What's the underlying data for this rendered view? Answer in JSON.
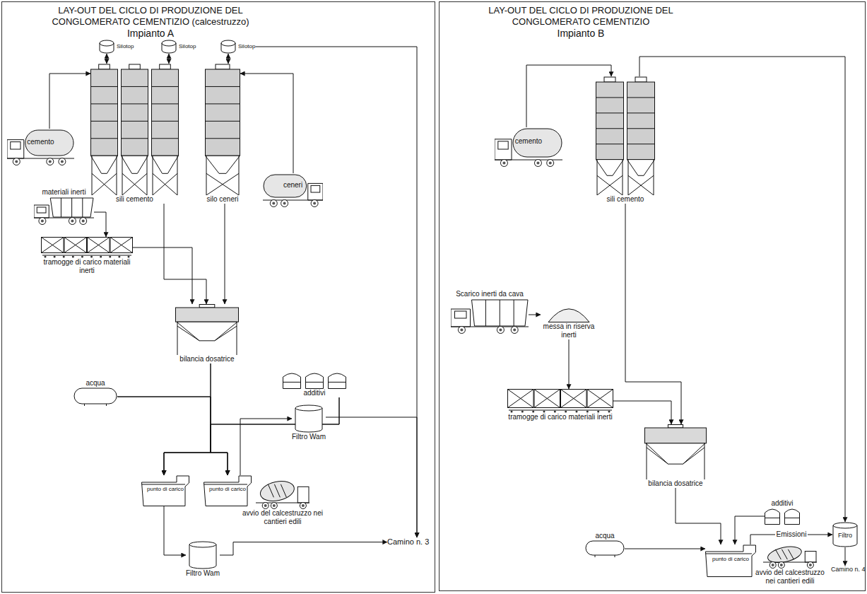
{
  "diagram": {
    "nodes": [
      {
        "text": [
          "LAY-OUT DEL CICLO DI PRODUZIONE DEL CONGLOMERATO CEMENTIZIO (calcestruzzo)",
          "Impianto A"
        ]
      },
      {
        "text": [
          "Silotop"
        ],
        "in": 0
      },
      {
        "text": [
          "Silotop"
        ],
        "in": 0
      },
      {
        "text": [
          "Silotop"
        ],
        "in": 0
      },
      {
        "text": [
          "cemento"
        ],
        "in": 0
      },
      {
        "text": [
          "sili cemento"
        ],
        "in": 0
      },
      {
        "text": [
          "silo ceneri"
        ],
        "in": 0
      },
      {
        "text": [
          "ceneri"
        ],
        "in": 0
      },
      {
        "text": [
          "materiali inerti"
        ],
        "in": 0
      },
      {
        "text": [
          "tramogge di carico materiali inerti"
        ],
        "in": 0
      },
      {
        "text": [
          "bilancia dosatrice"
        ],
        "in": 0
      },
      {
        "text": [
          "acqua"
        ],
        "in": 0
      },
      {
        "text": [
          "additivi"
        ],
        "in": 0
      },
      {
        "text": [
          "punto di carico"
        ],
        "in": 0
      },
      {
        "text": [
          "punto di carico"
        ],
        "in": 0
      },
      {
        "text": [
          "Filtro Wam"
        ],
        "in": 0
      },
      {
        "text": [
          "Filtro Wam"
        ],
        "in": 0
      },
      {
        "text": [
          "Camino n. 3"
        ],
        "in": 0
      },
      {
        "text": [
          "avvio del calcestruzzo nei cantieri edili"
        ],
        "in": 0
      },
      {
        "text": [
          "LAY-OUT DEL CICLO DI PRODUZIONE DEL CONGLOMERATO CEMENTIZIO",
          "Impianto B"
        ]
      },
      {
        "text": [
          "cemento"
        ],
        "in": 19
      },
      {
        "text": [
          "sili cemento"
        ],
        "in": 19
      },
      {
        "text": [
          "Scarico inerti da cava"
        ],
        "in": 19
      },
      {
        "text": [
          "messa in riserva inerti"
        ],
        "in": 19
      },
      {
        "text": [
          "tramogge di carico materiali inerti"
        ],
        "in": 19
      },
      {
        "text": [
          "bilancia dosatrice"
        ],
        "in": 19
      },
      {
        "text": [
          "additivi"
        ],
        "in": 19
      },
      {
        "text": [
          "acqua"
        ],
        "in": 19
      },
      {
        "text": [
          "punto di carico"
        ],
        "in": 19
      },
      {
        "text": [
          "Filtro"
        ],
        "in": 19
      },
      {
        "text": [
          "Camino n. 4"
        ],
        "in": 19
      },
      {
        "text": [
          "avvio del calcestruzzo nei cantieri edili"
        ],
        "in": 19
      }
    ],
    "edges": [
      {
        "from": 4,
        "to": 5,
        "arrow": "to"
      },
      {
        "from": 5,
        "to": 1,
        "arrow": "both"
      },
      {
        "from": 5,
        "to": 2,
        "arrow": "both"
      },
      {
        "from": 6,
        "to": 3,
        "arrow": "both"
      },
      {
        "from": 7,
        "to": 6,
        "arrow": "to"
      },
      {
        "from": 3,
        "to": 17,
        "arrow": "to"
      },
      {
        "from": 8,
        "to": 9,
        "arrow": "to"
      },
      {
        "from": 9,
        "to": 10,
        "arrow": "to"
      },
      {
        "from": 5,
        "to": 10,
        "arrow": "to"
      },
      {
        "from": 6,
        "to": 10,
        "arrow": "to"
      },
      {
        "from": 10,
        "to": 13,
        "arrow": "to"
      },
      {
        "from": 10,
        "to": 14,
        "arrow": "to"
      },
      {
        "from": 11,
        "to": 13,
        "arrow": "to"
      },
      {
        "from": 11,
        "to": 14,
        "arrow": "to"
      },
      {
        "from": 12,
        "to": 13,
        "arrow": "to"
      },
      {
        "from": 12,
        "to": 14,
        "arrow": "to"
      },
      {
        "from": 14,
        "to": 15,
        "arrow": "to"
      },
      {
        "from": 15,
        "to": 17,
        "arrow": "to"
      },
      {
        "from": 13,
        "to": 16,
        "arrow": "to"
      },
      {
        "from": 16,
        "to": 17,
        "arrow": "to"
      },
      {
        "from": 20,
        "to": 21,
        "arrow": "to"
      },
      {
        "from": 21,
        "to": 29,
        "arrow": "to"
      },
      {
        "from": 22,
        "to": 23,
        "arrow": "to"
      },
      {
        "from": 23,
        "to": 24,
        "arrow": "to"
      },
      {
        "from": 24,
        "to": 25,
        "arrow": "to"
      },
      {
        "from": 21,
        "to": 25,
        "arrow": "to"
      },
      {
        "from": 25,
        "to": 28,
        "arrow": "to"
      },
      {
        "from": 26,
        "to": 28,
        "arrow": "to"
      },
      {
        "from": 27,
        "to": 28,
        "arrow": "to"
      },
      {
        "from": 28,
        "to": 29,
        "label": "Emissioni",
        "arrow": "to"
      },
      {
        "from": 29,
        "to": 30,
        "arrow": "to"
      }
    ]
  }
}
